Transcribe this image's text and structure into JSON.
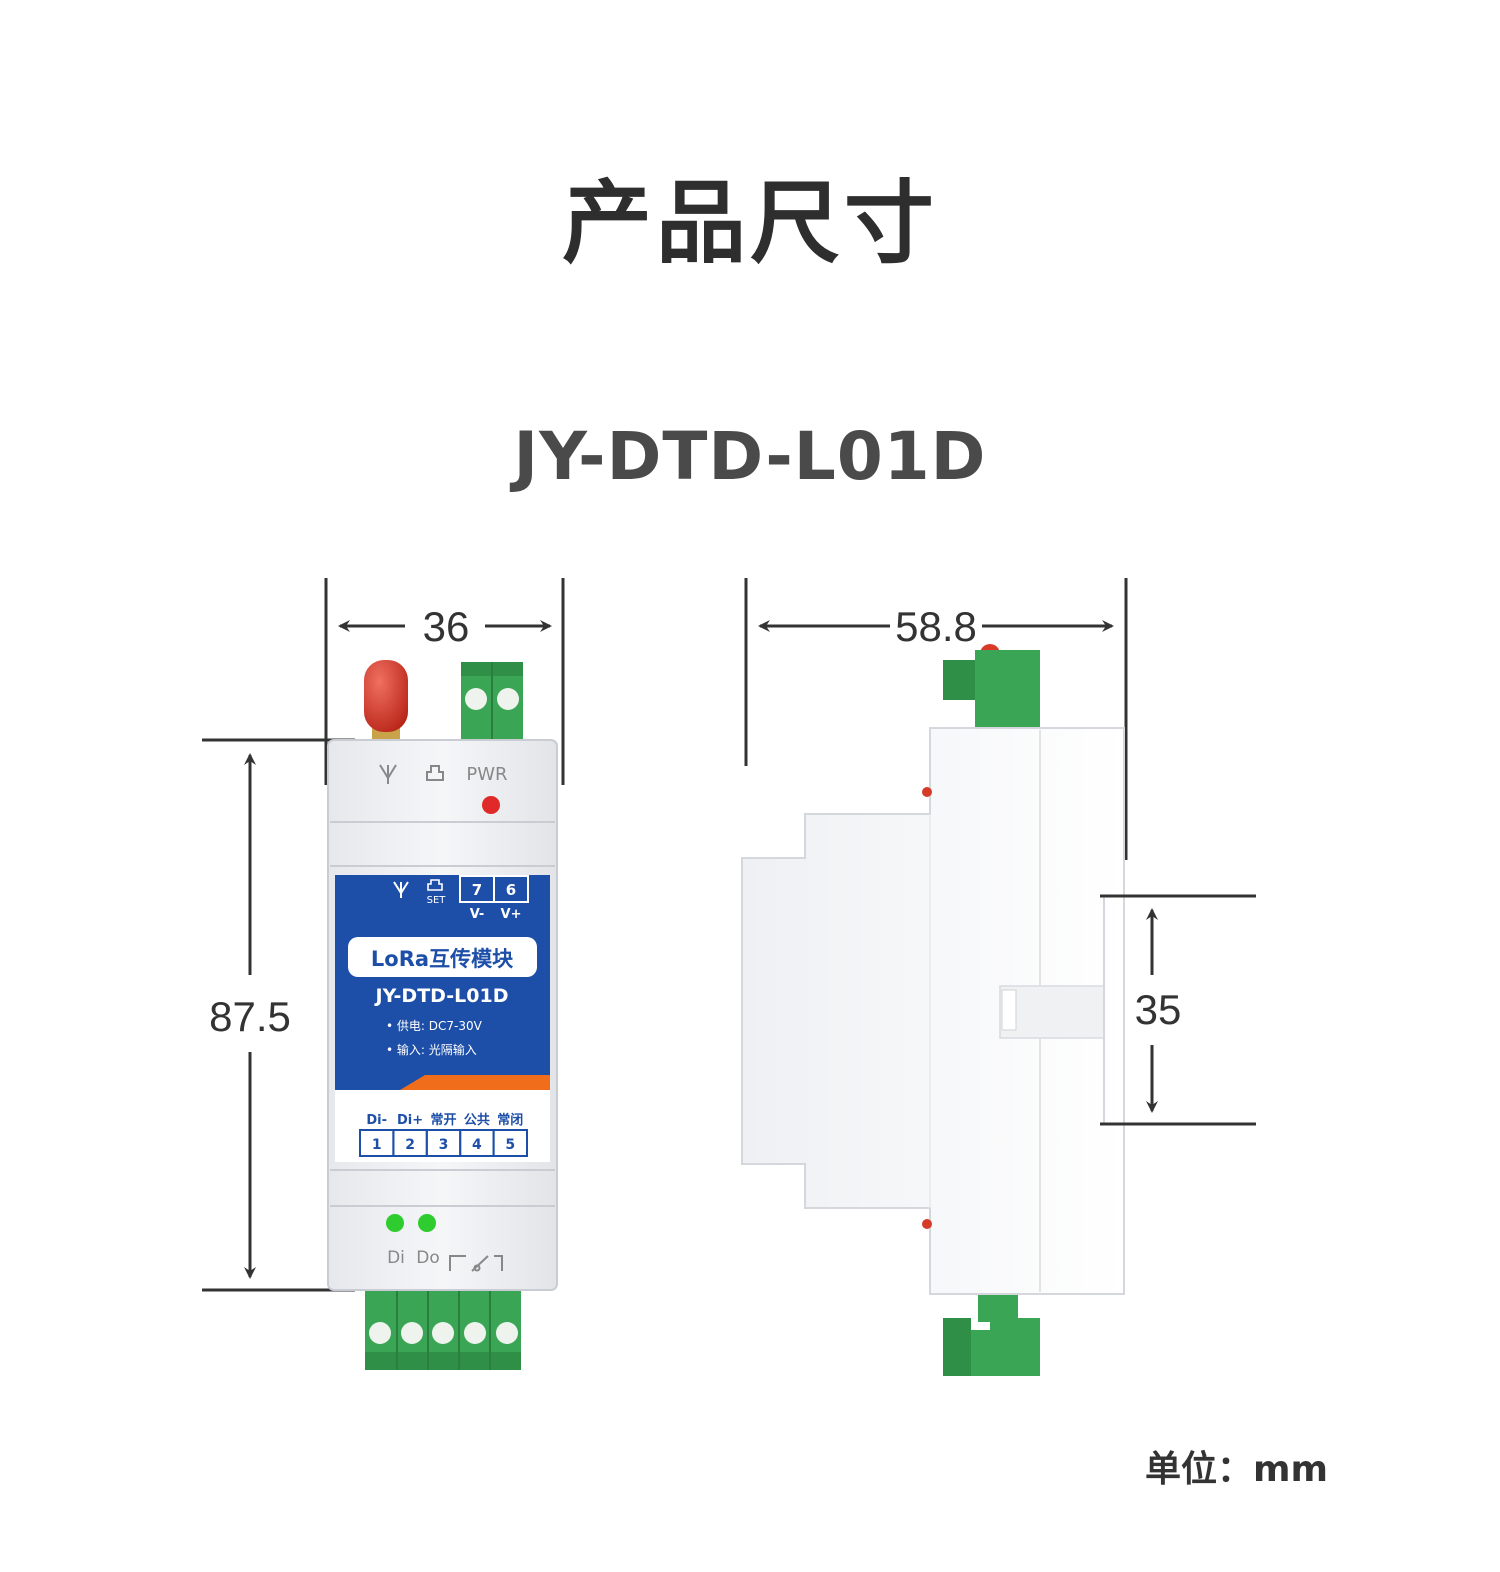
{
  "title": "产品尺寸",
  "model": "JY-DTD-L01D",
  "unit_label": "单位：mm",
  "dimensions": {
    "width": "36",
    "height": "87.5",
    "depth": "58.8",
    "rail": "35"
  },
  "front_panel": {
    "top_pwr": "PWR",
    "set": "SET",
    "pin7": "7",
    "pin6": "6",
    "v_minus": "V-",
    "v_plus": "V+",
    "product_name": "LoRa互传模块",
    "model": "JY-DTD-L01D",
    "spec_power": "• 供电: DC7-30V",
    "spec_input": "• 输入: 光隔输入",
    "io_labels": [
      "Di-",
      "Di+",
      "常开",
      "公共",
      "常闭"
    ],
    "io_pins": [
      "1",
      "2",
      "3",
      "4",
      "5"
    ],
    "bottom_di": "Di",
    "bottom_do": "Do"
  },
  "colors": {
    "panel_blue": "#1d4fa8",
    "accent_orange": "#f06d1c",
    "terminal_green": "#3aa655",
    "antenna_red": "#d83a2a",
    "led_green": "#2ecc2e",
    "led_red": "#e02a2a"
  }
}
